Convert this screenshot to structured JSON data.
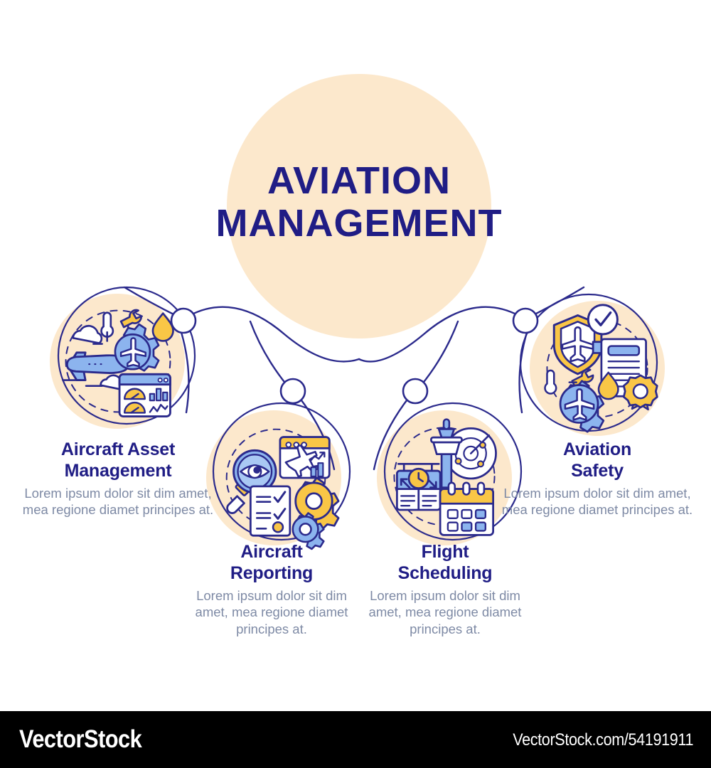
{
  "theme": {
    "background": "#ffffff",
    "cream": "#fce8cc",
    "navy": "#201d85",
    "line_navy": "#2b2a8c",
    "body_text": "#7e8aa5",
    "icon_blue": "#8cb4ee",
    "icon_blue_mid": "#6f9ae8",
    "icon_yellow": "#f9c646",
    "icon_white": "#ffffff",
    "footer_bg": "#000000",
    "footer_text": "#ffffff"
  },
  "center": {
    "title_line_1": "AVIATION",
    "title_line_2": "MANAGEMENT"
  },
  "nodes": [
    {
      "id": "aircraft-asset-management",
      "title_line_1": "Aircraft Asset",
      "title_line_2": "Management",
      "description": "Lorem ipsum dolor sit dim amet, mea regione diamet principes at.",
      "icon_name": "aircraft-asset-management-icon",
      "icon_parts": [
        "airplane",
        "clouds",
        "gear-with-plane",
        "wrench",
        "thermometer",
        "oil-drop",
        "analytics-dashboard"
      ]
    },
    {
      "id": "aircraft-reporting",
      "title_line_1": "Aircraft",
      "title_line_2": "Reporting",
      "description": "Lorem ipsum dolor sit dim amet, mea regione diamet principes at.",
      "icon_name": "aircraft-reporting-icon",
      "icon_parts": [
        "magnifier-with-eye",
        "browser-window-with-plane-and-bar-chart",
        "checklist",
        "gear-yellow",
        "gear-blue"
      ]
    },
    {
      "id": "flight-scheduling",
      "title_line_1": "Flight",
      "title_line_2": "Scheduling",
      "description": "Lorem ipsum dolor sit dim amet, mea regione diamet principes at.",
      "icon_name": "flight-scheduling-icon",
      "icon_parts": [
        "departure-board-with-clock",
        "control-tower",
        "radar-scope",
        "calendar"
      ]
    },
    {
      "id": "aviation-safety",
      "title_line_1": "Aviation",
      "title_line_2": "Safety",
      "description": "Lorem ipsum dolor sit dim amet, mea regione diamet principes at.",
      "icon_name": "aviation-safety-icon",
      "icon_parts": [
        "shield-with-plane",
        "check-badge",
        "certificate-with-seal",
        "gear-with-plane",
        "wrench",
        "thermometer",
        "oil-drop"
      ]
    }
  ],
  "footer": {
    "logo": "VectorStock",
    "url": "VectorStock.com/54191911"
  }
}
